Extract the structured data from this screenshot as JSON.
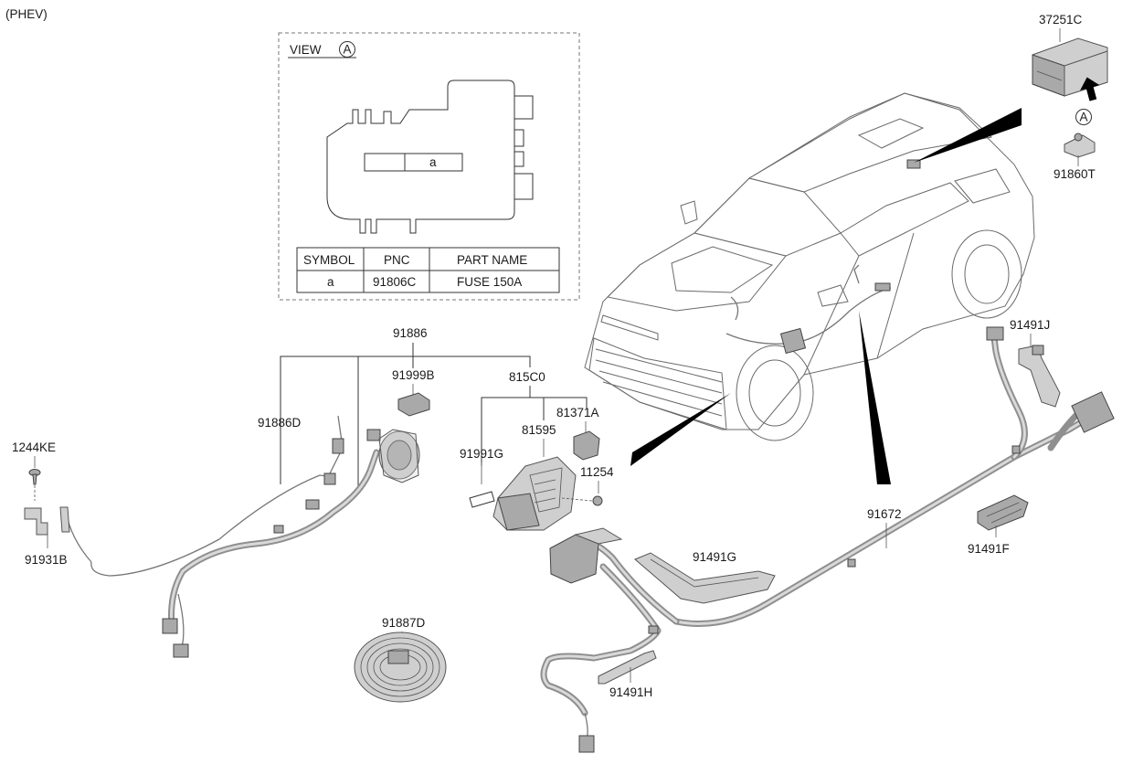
{
  "header": {
    "variant": "(PHEV)"
  },
  "view_box": {
    "title": "VIEW",
    "title_mark": "A",
    "inner_symbol": "a",
    "table": {
      "headers": [
        "SYMBOL",
        "PNC",
        "PART NAME"
      ],
      "rows": [
        [
          "a",
          "91806C",
          "FUSE 150A"
        ]
      ]
    }
  },
  "callouts": {
    "p37251C": "37251C",
    "markA": "A",
    "p91860T": "91860T",
    "p91886": "91886",
    "p91999B": "91999B",
    "p815C0": "815C0",
    "p91886D": "91886D",
    "p81371A": "81371A",
    "p81595": "81595",
    "p91991G": "91991G",
    "p11254": "11254",
    "p1244KE": "1244KE",
    "p91931B": "91931B",
    "p91491J": "91491J",
    "p91672": "91672",
    "p91491G": "91491G",
    "p91491F": "91491F",
    "p91887D": "91887D",
    "p91491H": "91491H"
  }
}
